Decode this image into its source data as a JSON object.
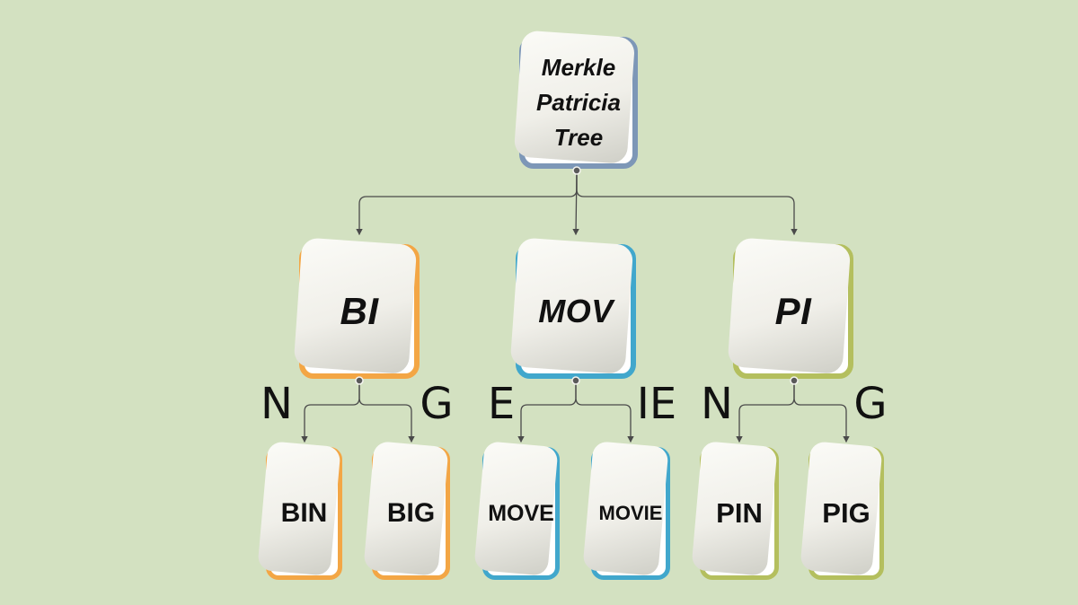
{
  "colors": {
    "background": "#d3e1c1",
    "line": "#4a4a4a",
    "text": "#111111",
    "node-fill": "#ffffff",
    "root-border": "#7d97b7",
    "orange-border": "#f3a645",
    "cyan-border": "#41a7cc",
    "olive-border": "#b4bf5e"
  },
  "root": {
    "line1": "Merkle",
    "line2": "Patricia",
    "line3": "Tree"
  },
  "branch_nodes": {
    "bi": "BI",
    "mov": "MOV",
    "pi": "PI"
  },
  "leaf_nodes": {
    "bin": "BIN",
    "big": "BIG",
    "move": "MOVE",
    "movie": "MOVIE",
    "pin": "PIN",
    "pig": "PIG"
  },
  "edge_labels": {
    "bin": "N",
    "big": "G",
    "move": "E",
    "movie": "IE",
    "pin": "N",
    "pig": "G"
  }
}
